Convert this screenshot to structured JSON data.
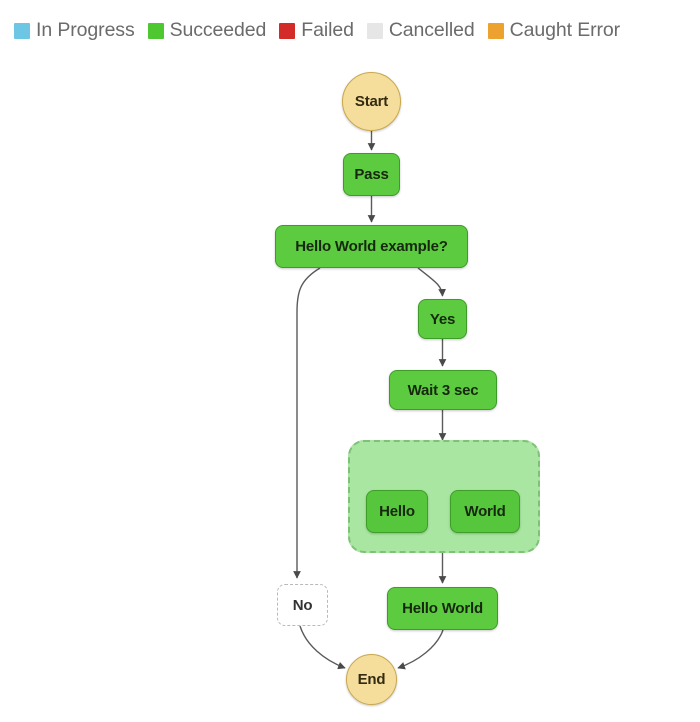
{
  "legend": {
    "items": [
      {
        "label": "In Progress",
        "color": "#6dc6e4",
        "icon": "legend-swatch-icon"
      },
      {
        "label": "Succeeded",
        "color": "#4fc730",
        "icon": "legend-swatch-icon"
      },
      {
        "label": "Failed",
        "color": "#d22b28",
        "icon": "legend-swatch-icon"
      },
      {
        "label": "Cancelled",
        "color": "#e6e6e6",
        "icon": "legend-swatch-icon"
      },
      {
        "label": "Caught Error",
        "color": "#eda12f",
        "icon": "legend-swatch-icon"
      }
    ]
  },
  "graph": {
    "nodes": [
      {
        "id": "start",
        "label": "Start",
        "status": "Succeeded",
        "shape": "circle"
      },
      {
        "id": "pass",
        "label": "Pass",
        "status": "Succeeded",
        "shape": "rounded-rect"
      },
      {
        "id": "choice",
        "label": "Hello World example?",
        "status": "Succeeded",
        "shape": "rounded-rect"
      },
      {
        "id": "yes",
        "label": "Yes",
        "status": "Succeeded",
        "shape": "rounded-rect"
      },
      {
        "id": "wait",
        "label": "Wait 3 sec",
        "status": "Succeeded",
        "shape": "rounded-rect"
      },
      {
        "id": "parallel",
        "label": "",
        "status": "Succeeded",
        "shape": "group"
      },
      {
        "id": "hello",
        "label": "Hello",
        "status": "Succeeded",
        "shape": "rounded-rect"
      },
      {
        "id": "world",
        "label": "World",
        "status": "Succeeded",
        "shape": "rounded-rect"
      },
      {
        "id": "no",
        "label": "No",
        "status": "Cancelled",
        "shape": "rounded-rect"
      },
      {
        "id": "helloworld",
        "label": "Hello World",
        "status": "Succeeded",
        "shape": "rounded-rect"
      },
      {
        "id": "end",
        "label": "End",
        "status": "Succeeded",
        "shape": "circle"
      }
    ],
    "edges": [
      {
        "from": "start",
        "to": "pass"
      },
      {
        "from": "pass",
        "to": "choice"
      },
      {
        "from": "choice",
        "to": "no"
      },
      {
        "from": "choice",
        "to": "yes"
      },
      {
        "from": "yes",
        "to": "wait"
      },
      {
        "from": "wait",
        "to": "parallel"
      },
      {
        "from": "parallel",
        "to": "hello"
      },
      {
        "from": "parallel",
        "to": "world"
      },
      {
        "from": "parallel",
        "to": "helloworld"
      },
      {
        "from": "no",
        "to": "end"
      },
      {
        "from": "helloworld",
        "to": "end"
      }
    ]
  },
  "colors": {
    "edge": "#5a5a5a",
    "success_fill": "#5ccb3f",
    "success_stroke": "#3d9c28",
    "terminal_fill": "#f5dd9b",
    "terminal_stroke": "#c9a84c",
    "group_fill": "#a9e6a1",
    "group_stroke": "#7ec177",
    "skipped_stroke": "#b9b9b9",
    "legend_text": "#6b6b6b",
    "background": "#ffffff"
  }
}
